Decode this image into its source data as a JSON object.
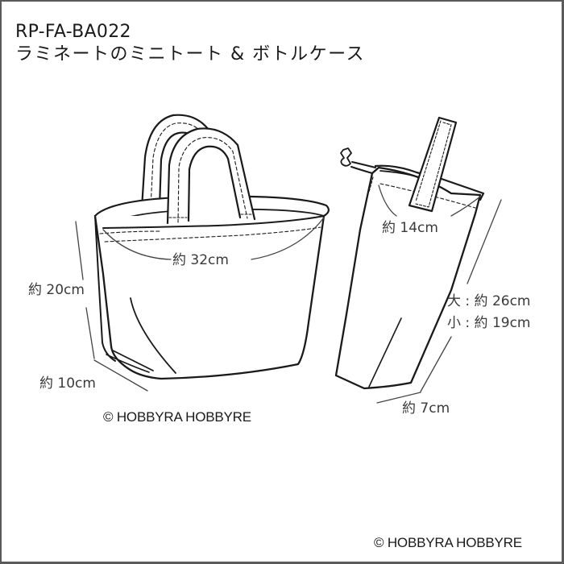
{
  "header": {
    "product_code": "RP-FA-BA022",
    "product_name": "ラミネートのミニトート & ボトルケース"
  },
  "tote_bag": {
    "width_label": "約 32cm",
    "height_label": "約 20cm",
    "depth_label": "約 10cm",
    "copyright": "© HOBBYRA HOBBYRE"
  },
  "bottle_case": {
    "top_width_label": "約 14cm",
    "height_large_label": "大 : 約 26cm",
    "height_small_label": "小 : 約 19cm",
    "bottom_label": "約 7cm"
  },
  "footer": {
    "copyright": "© HOBBYRA HOBBYRE"
  },
  "colors": {
    "line": "#1a1a1a",
    "dimension_line": "#444444",
    "border": "#5a5a5a",
    "background": "#ffffff"
  }
}
